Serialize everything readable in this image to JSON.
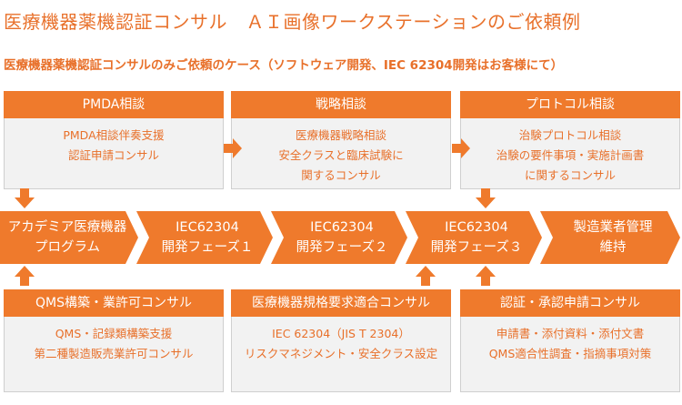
{
  "title": "医療機器薬機認証コンサル　ＡＩ画像ワークステーションのご依頼例",
  "subtitle": "医療機器薬機認証コンサルのみご依頼のケース（ソフトウェア開発、IEC 62304開発はお客様にて）",
  "top_cards": [
    {
      "header": "PMDA相談",
      "lines": [
        "PMDA相談伴奏支援",
        "認証申請コンサル"
      ]
    },
    {
      "header": "戦略相談",
      "lines": [
        "医療機器戦略相談",
        "安全クラスと臨床試験に",
        "関するコンサル"
      ]
    },
    {
      "header": "プロトコル相談",
      "lines": [
        "治験プロトコル相談",
        "治験の要件事項・実施計画書",
        "に関するコンサル"
      ]
    }
  ],
  "phases": [
    {
      "lines": [
        "アカデミア医療機器",
        "プログラム"
      ]
    },
    {
      "lines": [
        "IEC62304",
        "開発フェーズ１"
      ]
    },
    {
      "lines": [
        "IEC62304",
        "開発フェーズ２"
      ]
    },
    {
      "lines": [
        "IEC62304",
        "開発フェーズ３"
      ]
    },
    {
      "lines": [
        "製造業者管理",
        "維持"
      ]
    }
  ],
  "bottom_cards": [
    {
      "header": "QMS構築・業許可コンサル",
      "lines": [
        "QMS・記録類構築支援",
        "第二種製造販売業許可コンサル"
      ]
    },
    {
      "header": "医療機器規格要求適合コンサル",
      "lines": [
        "IEC 62304（JIS T 2304）",
        "リスクマネジメント・安全クラス設定"
      ]
    },
    {
      "header": "認証・承認申請コンサル",
      "lines": [
        "申請書・添付資料・添付文書",
        "QMS適合性調査・指摘事項対策"
      ]
    }
  ],
  "colors": {
    "accent": "#ef7a2c",
    "text": "#e8702a",
    "panel": "#f2f2f2"
  }
}
